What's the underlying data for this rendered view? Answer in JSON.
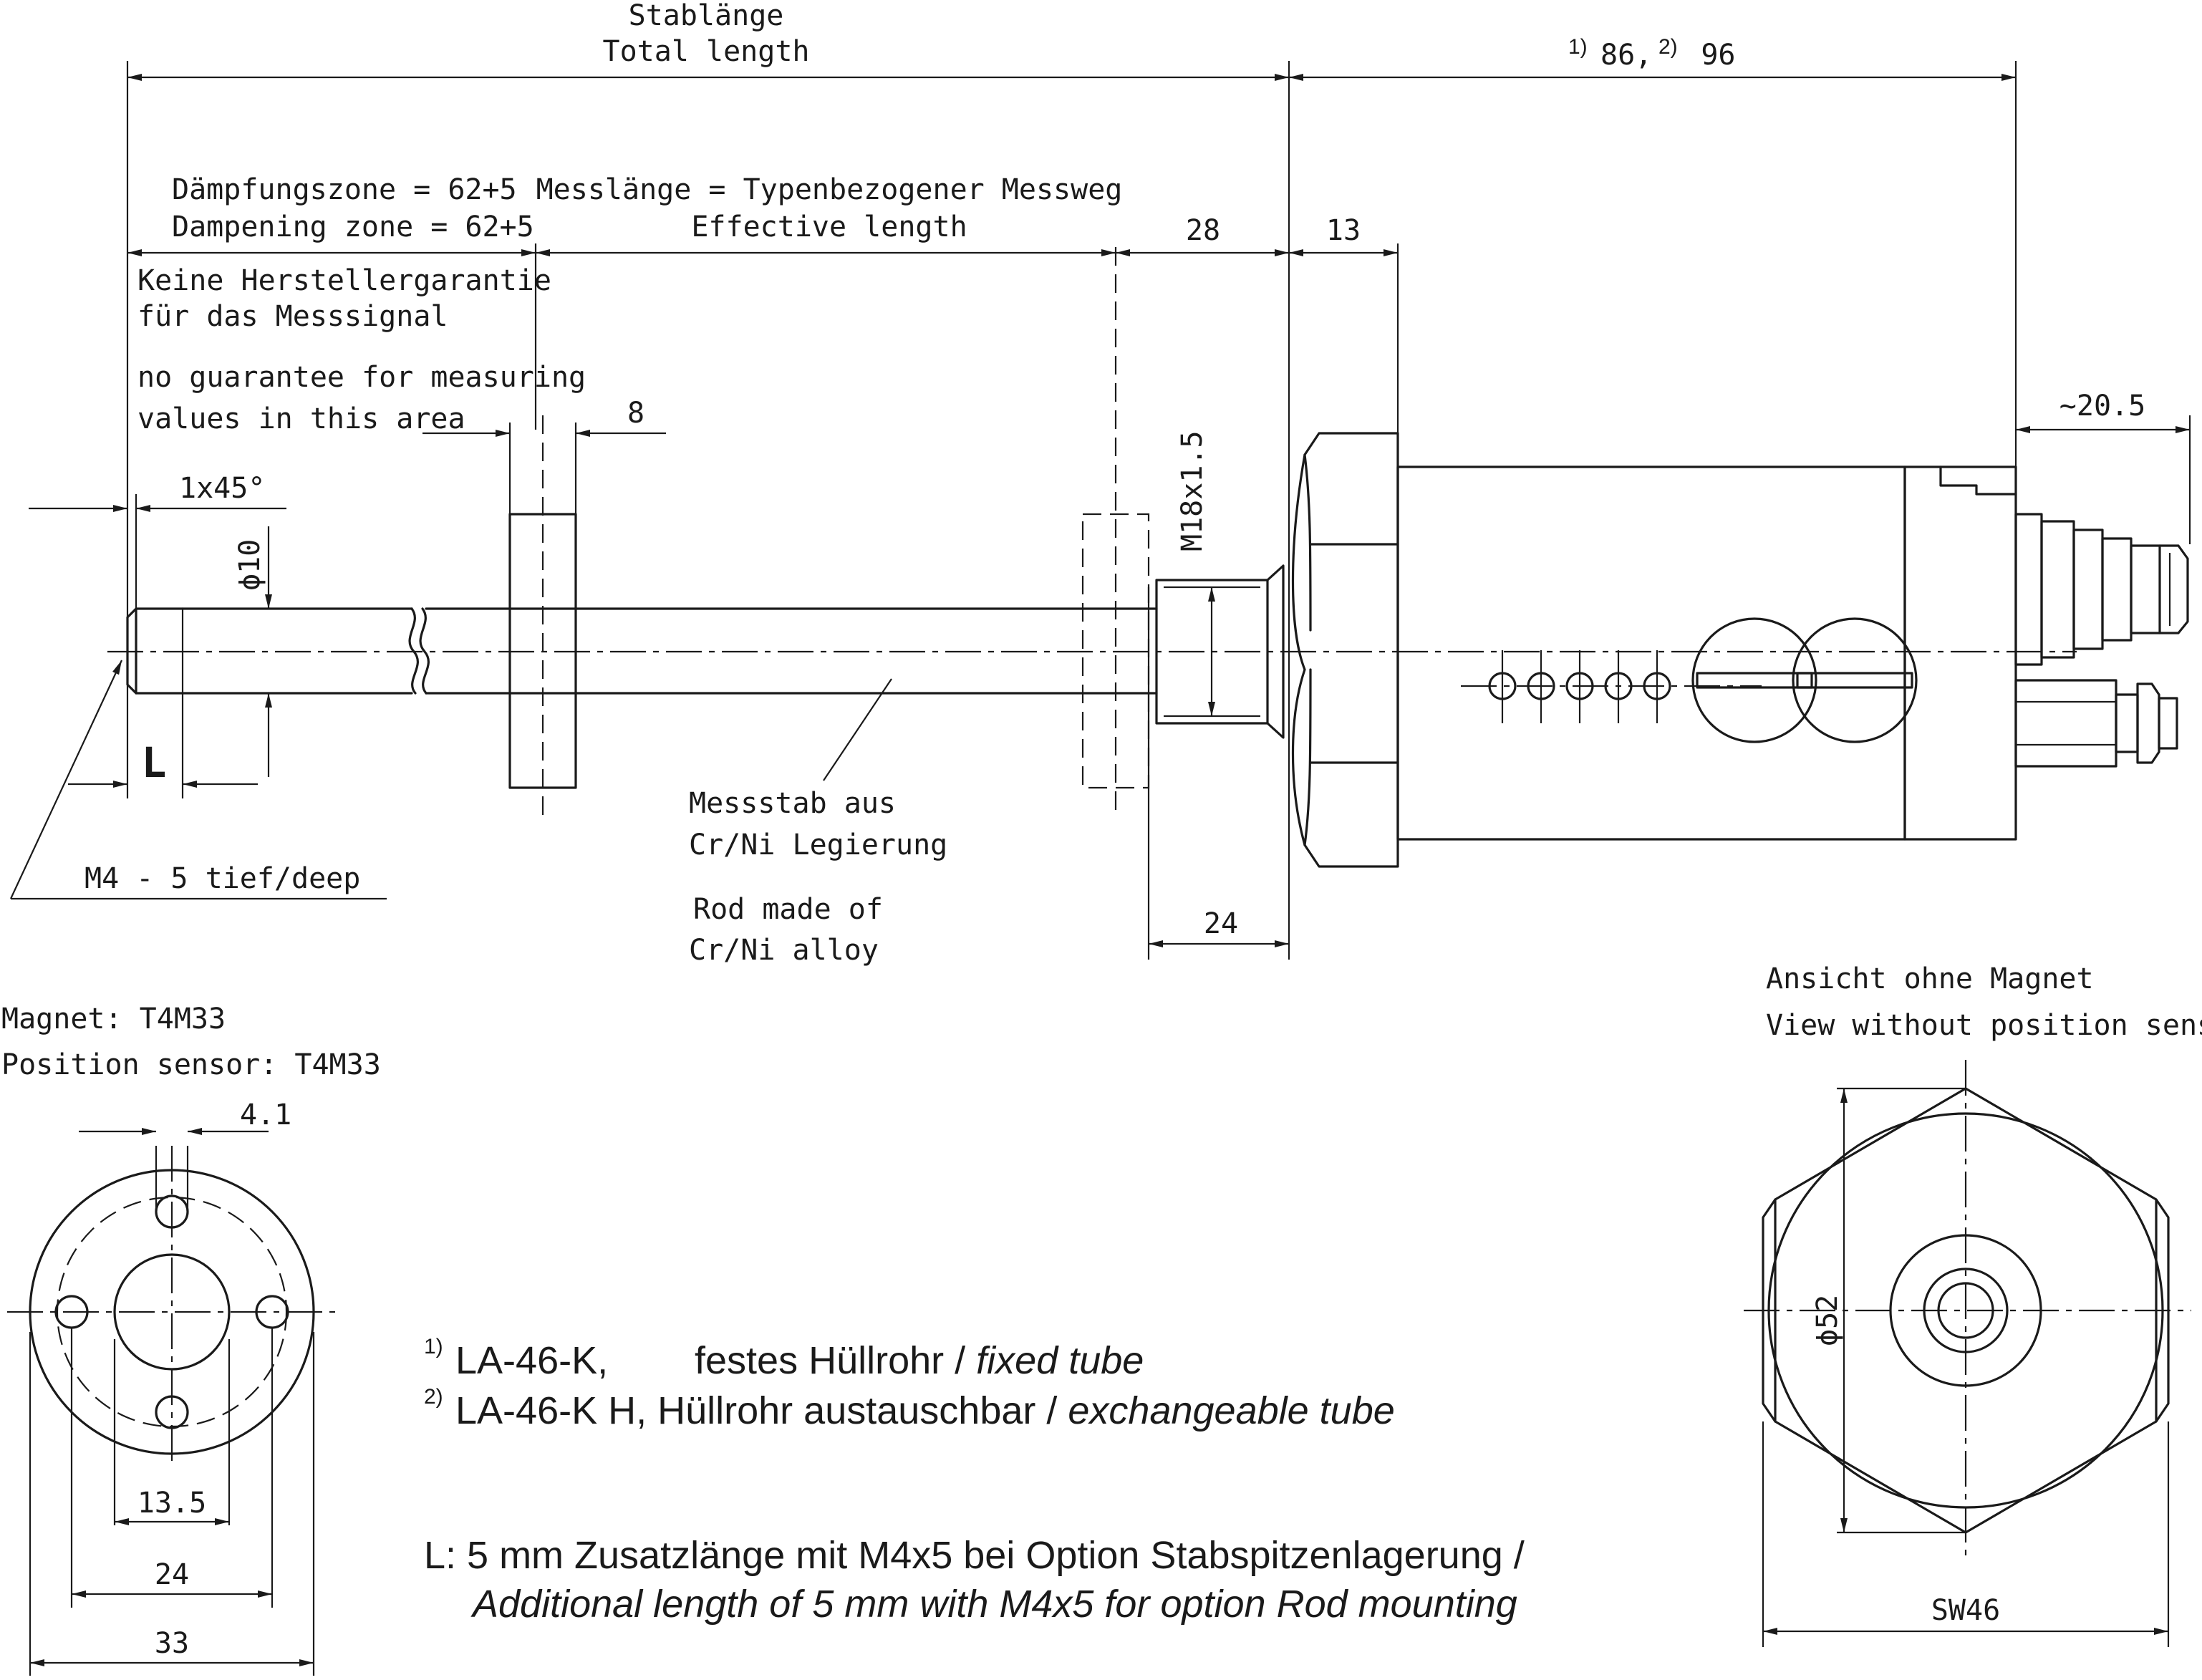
{
  "dimensions": {
    "total_length_de": "Stablänge",
    "total_length_en": "Total length",
    "head_length": "86, 96",
    "dampening_de": "Dämpfungszone = 62+5",
    "dampening_en": "Dampening zone = 62+5",
    "effective_de": "Messlänge = Typenbezogener Messweg",
    "effective_en": "Effective length",
    "d28": "28",
    "d13": "13",
    "d8": "8",
    "d24": "24",
    "d205": "~20.5",
    "chamfer": "1x45°",
    "rod_dia": "ϕ10",
    "thread": "M18x1.5",
    "L": "L"
  },
  "notes": {
    "no_warranty_de_1": "Keine Herstellergarantie",
    "no_warranty_de_2": "für das Messsignal",
    "no_warranty_en_1": "no guarantee for measuring",
    "no_warranty_en_2": "values in this area",
    "thread_depth": "M4 - 5 tief/deep",
    "rod_de_1": "Messstab aus",
    "rod_de_2": "Cr/Ni Legierung",
    "rod_en_1": "Rod made of",
    "rod_en_2": "Cr/Ni alloy"
  },
  "magnet_view": {
    "label_de": "Magnet: T4M33",
    "label_en": "Position sensor: T4M33",
    "d41": "4.1",
    "d135": "13.5",
    "d24": "24",
    "d33": "33"
  },
  "end_view": {
    "label_de": "Ansicht ohne Magnet",
    "label_en": "View without position sensor",
    "dia": "ϕ52",
    "sw": "SW46"
  },
  "footnotes": {
    "f1_mark": "1)",
    "f1_a": "LA-46-K,",
    "f1_b": "festes Hüllrohr /",
    "f1_c": "fixed tube",
    "f2_mark": "2)",
    "f2_a": "LA-46-K H, Hüllrohr austauschbar /",
    "f2_b": "exchangeable tube",
    "l_line1": "L: 5 mm Zusatzlänge mit M4x5 bei Option Stabspitzenlagerung /",
    "l_line2": "Additional length of 5 mm with M4x5 for option Rod mounting"
  }
}
